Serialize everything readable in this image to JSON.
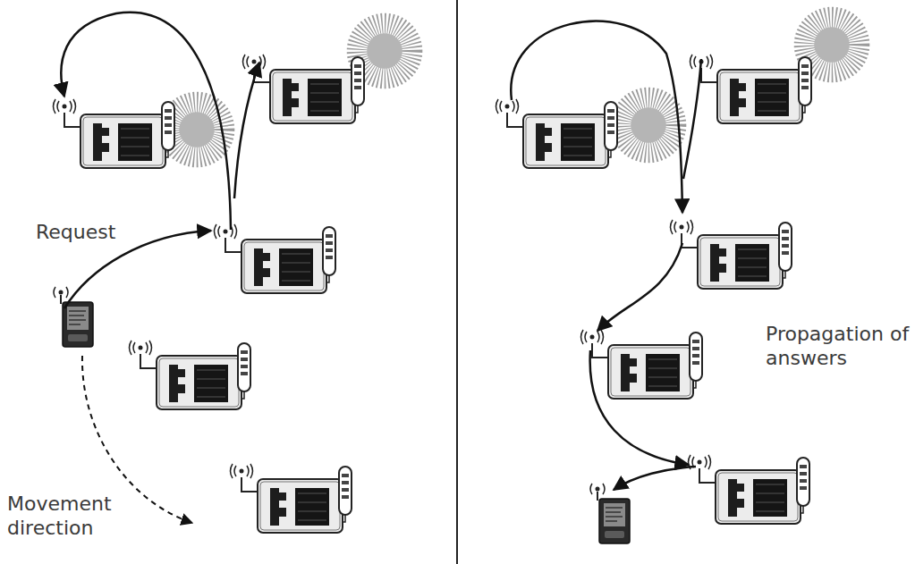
{
  "diagram": {
    "labels": [
      "Request",
      "Movement direction",
      "Propagation of answers"
    ]
  }
}
